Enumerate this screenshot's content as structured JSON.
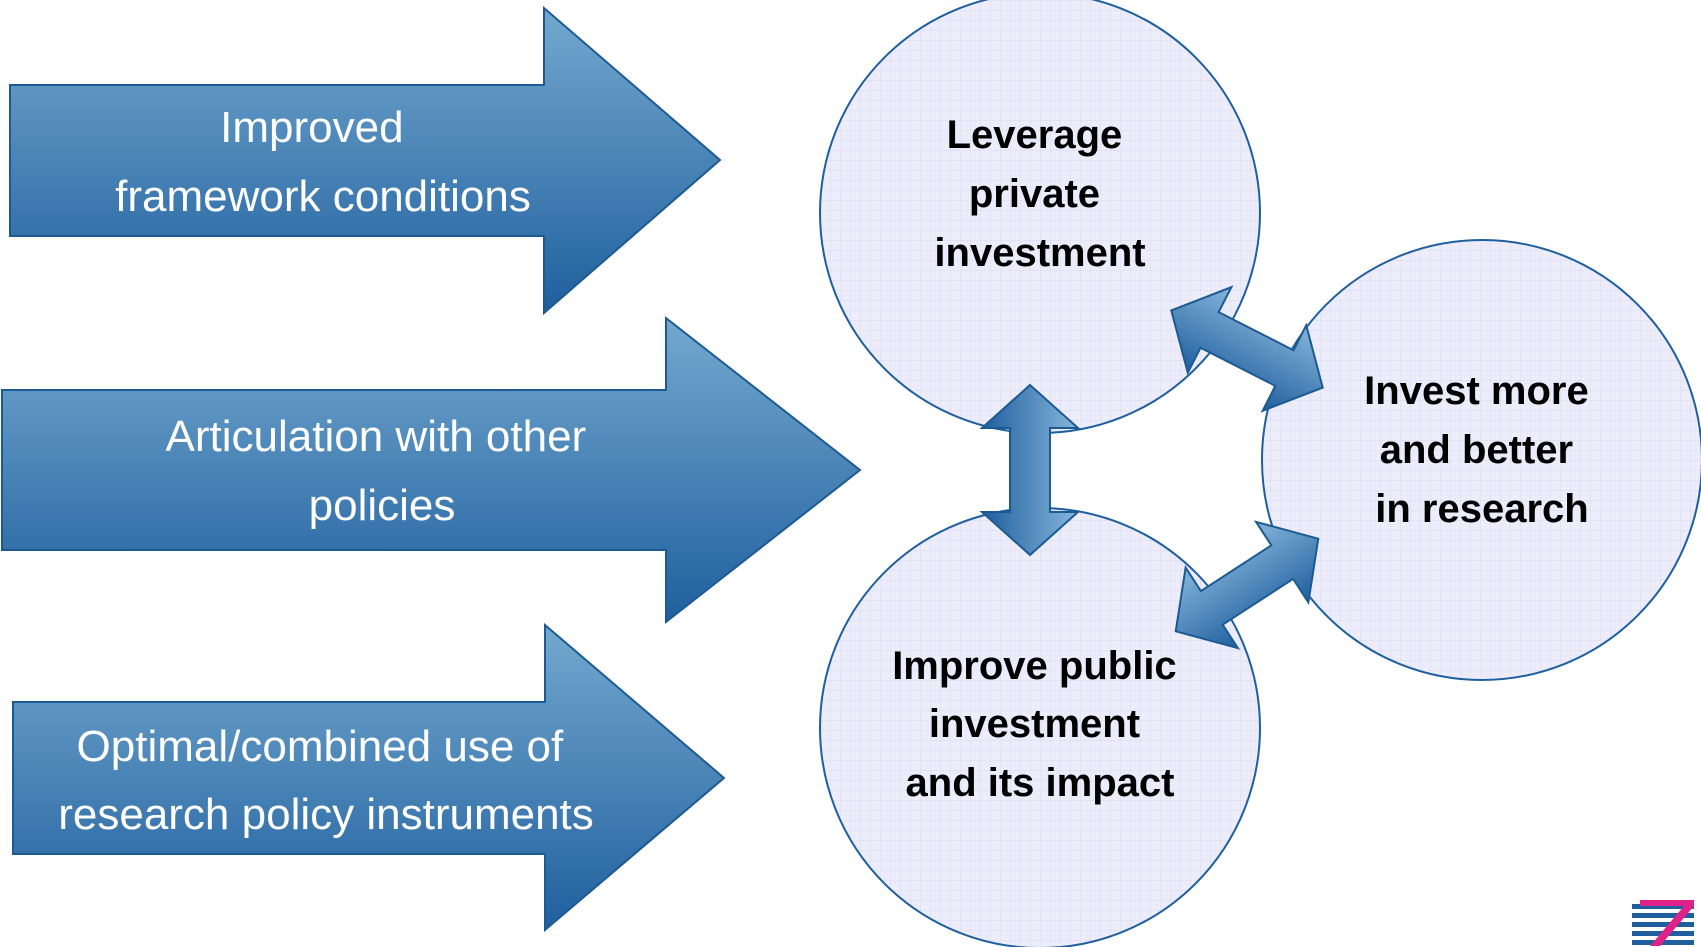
{
  "arrows": [
    {
      "lines": [
        "Improved",
        "framework conditions"
      ]
    },
    {
      "lines": [
        "Articulation with other",
        "policies"
      ]
    },
    {
      "lines": [
        "Optimal/combined use of",
        "research policy instruments"
      ]
    }
  ],
  "circles": {
    "leverage": {
      "lines": [
        "Leverage",
        "private",
        "investment"
      ]
    },
    "invest": {
      "lines": [
        "Invest more",
        "and better",
        "in research"
      ]
    },
    "improve": {
      "lines": [
        "Improve public",
        "investment",
        "and its impact"
      ]
    }
  },
  "colors": {
    "arrow_light": "#74a9cf",
    "arrow_dark": "#1f5f9e",
    "arrow_stroke": "#1d5a92",
    "circle_fill": "#ececfa",
    "circle_grid": "#dadaf2",
    "circle_stroke": "#1f5f9e",
    "logo_blue": "#1f5f9e",
    "logo_magenta": "#e0218a"
  },
  "icons": {
    "connectors": [
      "double-headed-arrow",
      "double-headed-arrow",
      "double-headed-arrow"
    ],
    "logo": "logo-mark"
  }
}
